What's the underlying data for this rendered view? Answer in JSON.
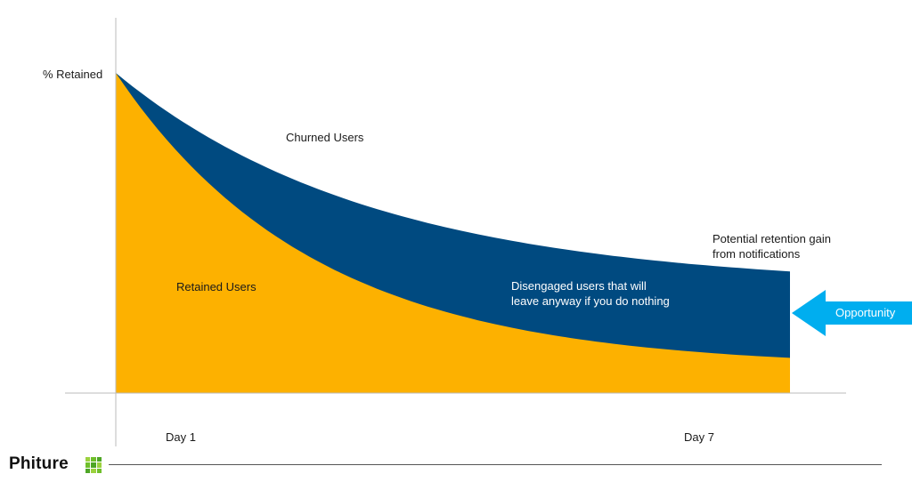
{
  "chart_data": {
    "type": "area",
    "x": [
      "Day 1",
      "Day 7"
    ],
    "ylabel": "% Retained",
    "regions": {
      "churned": "Churned Users",
      "retained": "Retained Users",
      "disengaged": [
        "Disengaged users that will",
        "leave anyway if you do nothing"
      ]
    },
    "annotations": {
      "gain": [
        "Potential retention gain",
        "from notifications"
      ],
      "opportunity": "Opportunity"
    },
    "series": [
      {
        "start": 100,
        "end": 38
      },
      {
        "start": 100,
        "end": 11
      }
    ],
    "colors": {
      "upper": "#004a80",
      "lower": "#fdb100",
      "arrow": "#00aeef",
      "axis": "#bbbbbb"
    }
  },
  "footer": {
    "brand": "Phiture",
    "logo_colors": [
      "#9bd13e",
      "#6fbf2b",
      "#4ea626"
    ]
  }
}
